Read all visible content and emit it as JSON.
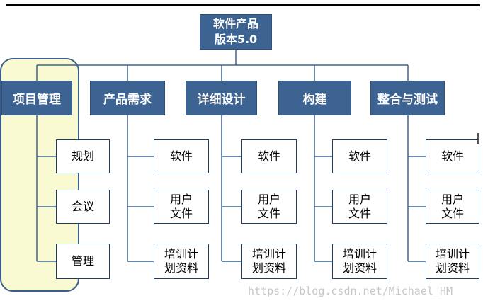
{
  "root": {
    "line1": "软件产品",
    "line2": "版本5.0"
  },
  "branches": [
    {
      "label": "项目管理",
      "children": [
        "规划",
        "会议",
        "管理"
      ]
    },
    {
      "label": "产品需求",
      "children": [
        "软件",
        "用户\n文件",
        "培训计\n划资料"
      ]
    },
    {
      "label": "详细设计",
      "children": [
        "软件",
        "用户\n文件",
        "培训计\n划资料"
      ]
    },
    {
      "label": "构建",
      "children": [
        "软件",
        "用户\n文件",
        "培训计\n划资料"
      ]
    },
    {
      "label": "整合与测试",
      "children": [
        "软件",
        "用户\n文件",
        "培训计\n划资料"
      ]
    }
  ],
  "watermark": "https://blog.csdn.net/Michael_HM",
  "colors": {
    "box_fill": "#3c6391",
    "line": "#3c6391",
    "highlight": "#fafad2"
  }
}
